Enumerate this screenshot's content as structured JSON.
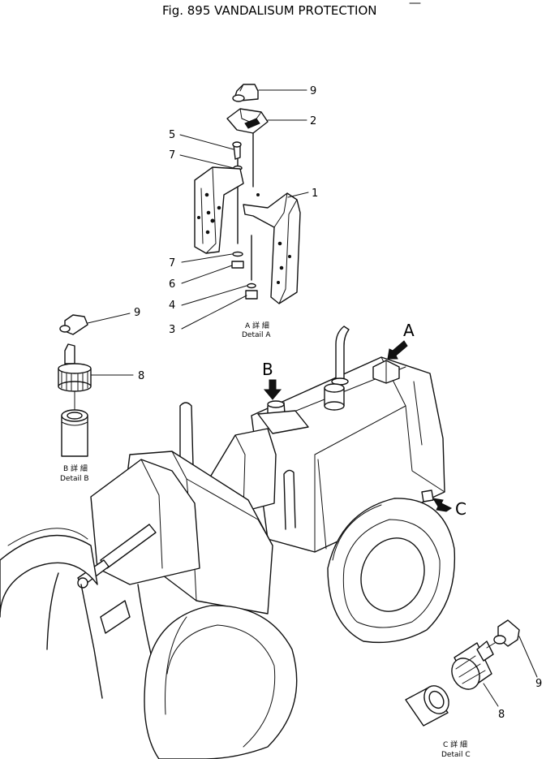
{
  "title": "Fig. 895 VANDALISUM PROTECTION",
  "callouts": {
    "a1": "1",
    "a2": "2",
    "a3": "3",
    "a4": "4",
    "a5": "5",
    "a6": "6",
    "a7top": "7",
    "a7bot": "7",
    "a9": "9",
    "b8": "8",
    "b9": "9",
    "c8": "8",
    "c9": "9"
  },
  "detail_letters": {
    "a": "A",
    "b": "B",
    "c": "C"
  },
  "detail_captions": {
    "a_jp": "A 詳 細",
    "a_en": "Detail A",
    "b_jp": "B 詳 細",
    "b_en": "Detail B",
    "c_jp": "C 詳 細",
    "c_en": "Detail C"
  }
}
